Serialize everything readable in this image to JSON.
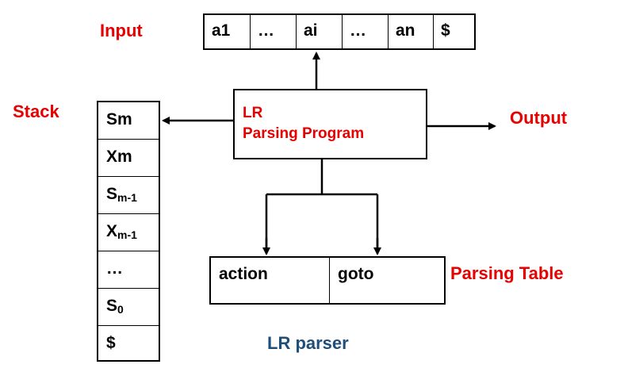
{
  "labels": {
    "input": "Input",
    "stack": "Stack",
    "output": "Output",
    "parsing_table": "Parsing Table",
    "caption": "LR parser"
  },
  "input_tape": [
    "a1",
    "…",
    "ai",
    "…",
    "an",
    "$"
  ],
  "program": {
    "line1": "LR",
    "line2": "Parsing Program"
  },
  "stack": [
    {
      "base": "Sm",
      "sub": ""
    },
    {
      "base": "Xm",
      "sub": ""
    },
    {
      "base": "S",
      "sub": "m-1"
    },
    {
      "base": "X",
      "sub": "m-1"
    },
    {
      "base": "…",
      "sub": ""
    },
    {
      "base": "S",
      "sub": "0"
    },
    {
      "base": "$",
      "sub": ""
    }
  ],
  "table": {
    "action": "action",
    "goto": "goto"
  },
  "colors": {
    "label_red": "#e60000",
    "caption_blue": "#1f4e79",
    "line": "#000000"
  }
}
